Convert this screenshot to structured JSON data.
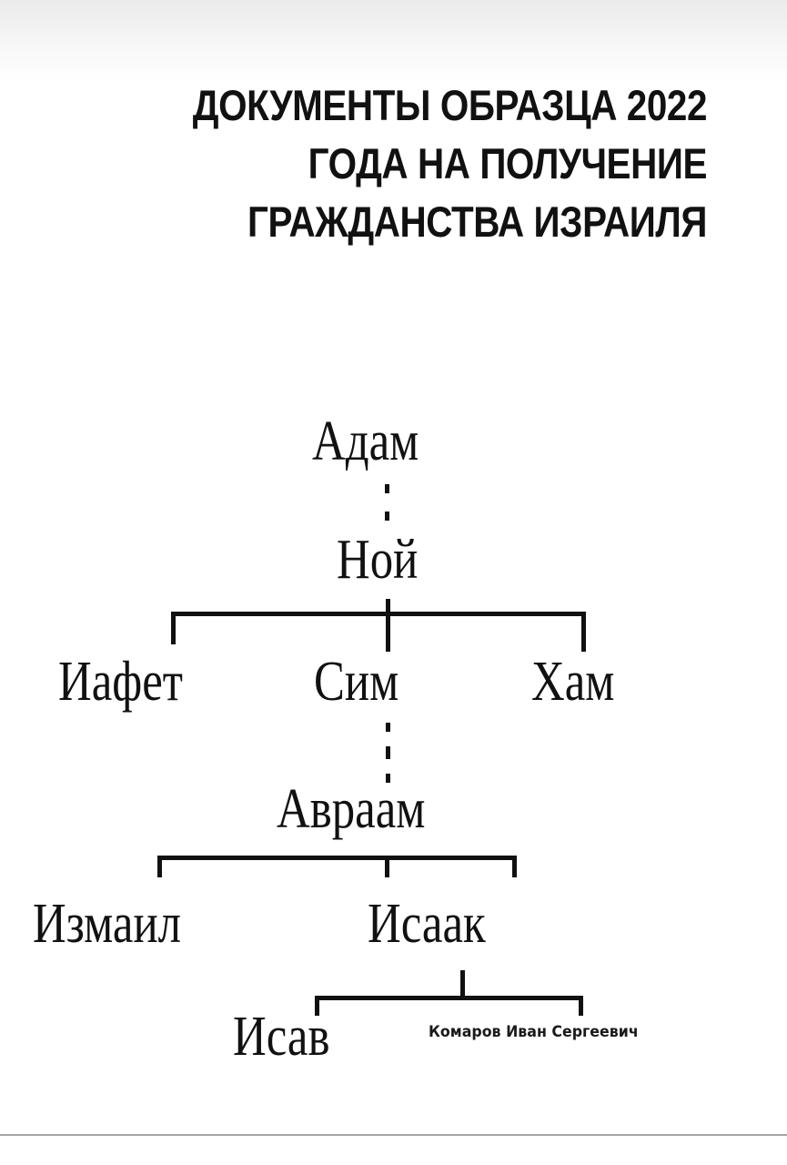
{
  "headline": {
    "lines": [
      "ДОКУМЕНТЫ ОБРАЗЦА 2022",
      "ГОДА НА ПОЛУЧЕНИЕ",
      "ГРАЖДАНСТВА ИЗРАИЛЯ"
    ]
  },
  "tree": {
    "generation_1": "Адам",
    "generation_2": "Ной",
    "generation_3": [
      "Иафет",
      "Сим",
      "Хам"
    ],
    "generation_4": "Авраам",
    "generation_5": [
      "Измаил",
      "Исаак"
    ],
    "generation_6": [
      "Исав",
      "Комаров Иван Сергеевич"
    ]
  },
  "colors": {
    "text": "#111111",
    "background": "#ffffff",
    "rule": "#a6a6a6"
  }
}
